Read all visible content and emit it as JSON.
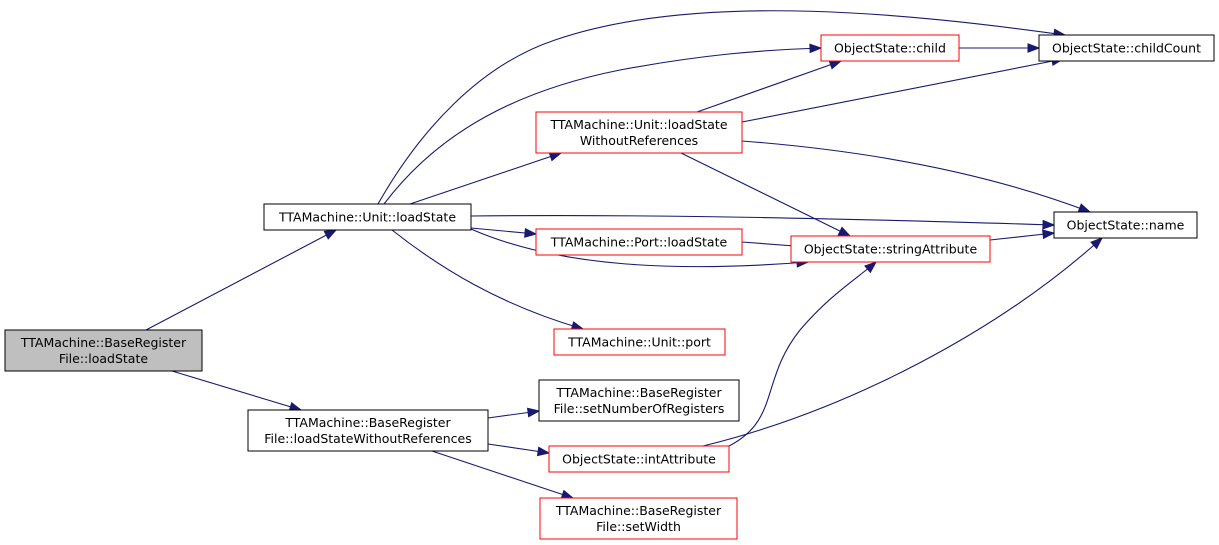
{
  "diagram": {
    "colors": {
      "edge": "#191970",
      "documented_border": "#000000",
      "undocumented_border": "#ff0000",
      "focus_fill": "#bfbfbf",
      "node_fill": "#ffffff"
    },
    "nodes": {
      "base_loadstate": {
        "lines": [
          "TTAMachine::BaseRegister",
          "File::loadState"
        ],
        "style": "focus"
      },
      "unit_loadstate": {
        "lines": [
          "TTAMachine::Unit::loadState"
        ],
        "style": "documented"
      },
      "base_loadstate_wo": {
        "lines": [
          "TTAMachine::BaseRegister",
          "File::loadStateWithoutReferences"
        ],
        "style": "documented"
      },
      "unit_loadstate_wo": {
        "lines": [
          "TTAMachine::Unit::loadState",
          "WithoutReferences"
        ],
        "style": "undocumented"
      },
      "port_loadstate": {
        "lines": [
          "TTAMachine::Port::loadState"
        ],
        "style": "undocumented"
      },
      "unit_port": {
        "lines": [
          "TTAMachine::Unit::port"
        ],
        "style": "undocumented"
      },
      "set_num_regs": {
        "lines": [
          "TTAMachine::BaseRegister",
          "File::setNumberOfRegisters"
        ],
        "style": "documented"
      },
      "int_attribute": {
        "lines": [
          "ObjectState::intAttribute"
        ],
        "style": "undocumented"
      },
      "set_width": {
        "lines": [
          "TTAMachine::BaseRegister",
          "File::setWidth"
        ],
        "style": "undocumented"
      },
      "os_child": {
        "lines": [
          "ObjectState::child"
        ],
        "style": "undocumented"
      },
      "os_childcount": {
        "lines": [
          "ObjectState::childCount"
        ],
        "style": "documented"
      },
      "os_stringattr": {
        "lines": [
          "ObjectState::stringAttribute"
        ],
        "style": "undocumented"
      },
      "os_name": {
        "lines": [
          "ObjectState::name"
        ],
        "style": "documented"
      }
    },
    "edges": [
      [
        "base_loadstate",
        "unit_loadstate"
      ],
      [
        "base_loadstate",
        "base_loadstate_wo"
      ],
      [
        "unit_loadstate",
        "os_childcount"
      ],
      [
        "unit_loadstate",
        "os_child"
      ],
      [
        "unit_loadstate",
        "unit_loadstate_wo"
      ],
      [
        "unit_loadstate",
        "os_name"
      ],
      [
        "unit_loadstate",
        "port_loadstate"
      ],
      [
        "unit_loadstate",
        "os_stringattr"
      ],
      [
        "unit_loadstate",
        "unit_port"
      ],
      [
        "unit_loadstate_wo",
        "os_child"
      ],
      [
        "unit_loadstate_wo",
        "os_childcount"
      ],
      [
        "unit_loadstate_wo",
        "os_name"
      ],
      [
        "unit_loadstate_wo",
        "os_stringattr"
      ],
      [
        "os_child",
        "os_childcount"
      ],
      [
        "port_loadstate",
        "os_stringattr"
      ],
      [
        "os_stringattr",
        "os_name"
      ],
      [
        "base_loadstate_wo",
        "set_num_regs"
      ],
      [
        "base_loadstate_wo",
        "int_attribute"
      ],
      [
        "base_loadstate_wo",
        "set_width"
      ],
      [
        "int_attribute",
        "os_stringattr"
      ],
      [
        "int_attribute",
        "os_name"
      ]
    ]
  }
}
